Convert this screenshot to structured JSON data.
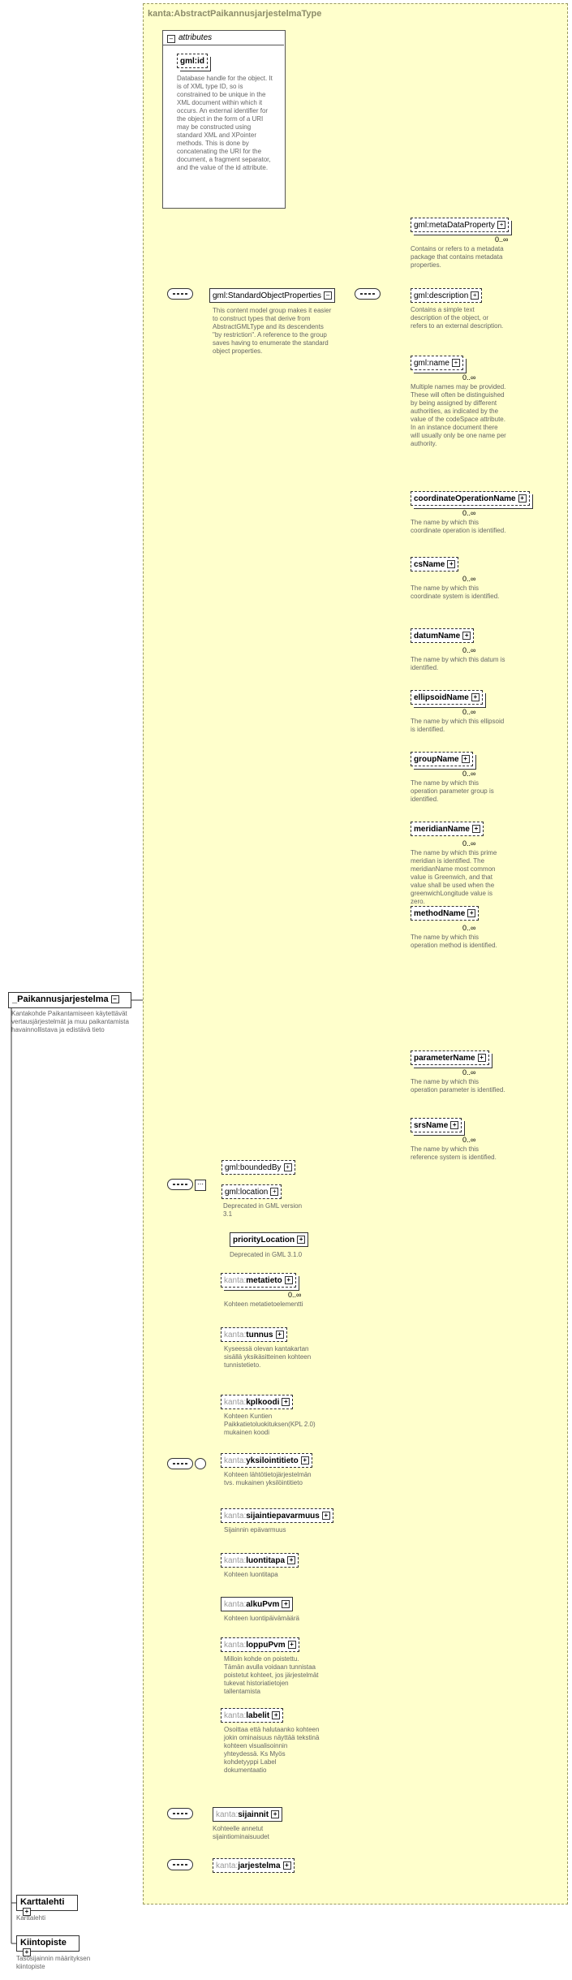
{
  "root": {
    "name": "_Paikannusjarjestelma",
    "desc": "Kantakohde Paikantamiseen käytettävät vertausjärjestelmät ja muu paikantamista havainnollistava ja edistävä tieto"
  },
  "type": {
    "title": "kanta:AbstractPaikannusjarjestelmaType",
    "attributes_label": "attributes",
    "gmlid": {
      "name": "gml:id",
      "desc": "Database handle for the object. It is of XML type ID, so is constrained to be unique in the XML document within which it occurs. An external identifier for the object in the form of a URI may be constructed using standard XML and XPointer methods. This is done by concatenating the URI for the document, a fragment separator, and the value of the id attribute."
    }
  },
  "standard": {
    "name": "gml:StandardObjectProperties",
    "desc": "This content model group makes it easier to construct types that derive from AbstractGMLType and its descendents \"by restriction\". A reference to the group saves having to enumerate the standard object properties.",
    "items": [
      {
        "name": "gml:metaDataProperty",
        "card": "0..∞",
        "desc": "Contains or refers to a metadata package that contains metadata properties."
      },
      {
        "name": "gml:description",
        "card": "",
        "desc": "Contains a simple text description of the object, or refers to an external description."
      },
      {
        "name": "gml:name",
        "card": "0..∞",
        "desc": "Multiple names may be provided. These will often be distinguished by being assigned by different authorities, as indicated by the value of the codeSpace attribute. In an instance document there will usually only be one name per authority."
      },
      {
        "name": "coordinateOperationName",
        "card": "0..∞",
        "desc": "The name by which this coordinate operation is identified."
      },
      {
        "name": "csName",
        "card": "0..∞",
        "desc": "The name by which this coordinate system is identified."
      },
      {
        "name": "datumName",
        "card": "0..∞",
        "desc": "The name by which this datum is identified."
      },
      {
        "name": "ellipsoidName",
        "card": "0..∞",
        "desc": "The name by which this ellipsoid is identified."
      },
      {
        "name": "groupName",
        "card": "0..∞",
        "desc": "The name by which this operation parameter group is identified."
      },
      {
        "name": "meridianName",
        "card": "0..∞",
        "desc": "The name by which this prime meridian is identified. The meridianName most common value is Greenwich, and that value shall be used when the greenwichLongitude value is zero."
      },
      {
        "name": "methodName",
        "card": "0..∞",
        "desc": "The name by which this operation method is identified."
      },
      {
        "name": "parameterName",
        "card": "0..∞",
        "desc": "The name by which this operation parameter is identified."
      },
      {
        "name": "srsName",
        "card": "0..∞",
        "desc": "The name by which this reference system is identified."
      }
    ]
  },
  "bounded": {
    "name": "gml:boundedBy",
    "location": {
      "name": "gml:location",
      "desc": "Deprecated in GML version 3.1"
    },
    "priority": {
      "name": "priorityLocation",
      "desc": "Deprecated in GML 3.1.0"
    }
  },
  "kanta": {
    "prefix": "kanta:",
    "items": [
      {
        "local": "metatieto",
        "card": "0..∞",
        "desc": "Kohteen metatietoelementti"
      },
      {
        "local": "tunnus",
        "card": "",
        "desc": "Kyseessä olevan kantakartan sisällä yksikäsitteinen kohteen tunnistetieto."
      },
      {
        "local": "kplkoodi",
        "card": "",
        "desc": "Kohteen Kuntien Paikkatietoluokituksen(KPL 2.0) mukainen koodi"
      },
      {
        "local": "yksilointitieto",
        "card": "",
        "desc": "Kohteen lähtötietojärjestelmän tvs. mukainen yksilöintitieto"
      },
      {
        "local": "sijaintiepavarmuus",
        "card": "",
        "desc": "Sijainnin epävarmuus"
      },
      {
        "local": "luontitapa",
        "card": "",
        "desc": "Kohteen luontitapa"
      },
      {
        "local": "alkuPvm",
        "card": "",
        "desc": "Kohteen luontipäivämäärä"
      },
      {
        "local": "loppuPvm",
        "card": "",
        "desc": "Milloin kohde on poistettu. Tämän avulla voidaan tunnistaa poistetut kohteet, jos järjestelmät tukevat historiatietojen tallentamista"
      },
      {
        "local": "labelit",
        "card": "",
        "desc": "Osoittaa että halutaanko kohteen jokin ominaisuus näyttää tekstinä kohteen visualisoinnin yhteydessä. Ks Myös kohdetyyppi Label dokumentaatio"
      }
    ],
    "sijainnit": {
      "local": "sijainnit",
      "desc": "Kohteelle annetut sijaintiominaisuudet"
    },
    "jarjestelma": {
      "local": "jarjestelma"
    }
  },
  "others": [
    {
      "name": "Karttalehti",
      "desc": "Karttalehti"
    },
    {
      "name": "Kiintopiste",
      "desc": "Tasosijainnin määrityksen kiintopiste"
    }
  ]
}
